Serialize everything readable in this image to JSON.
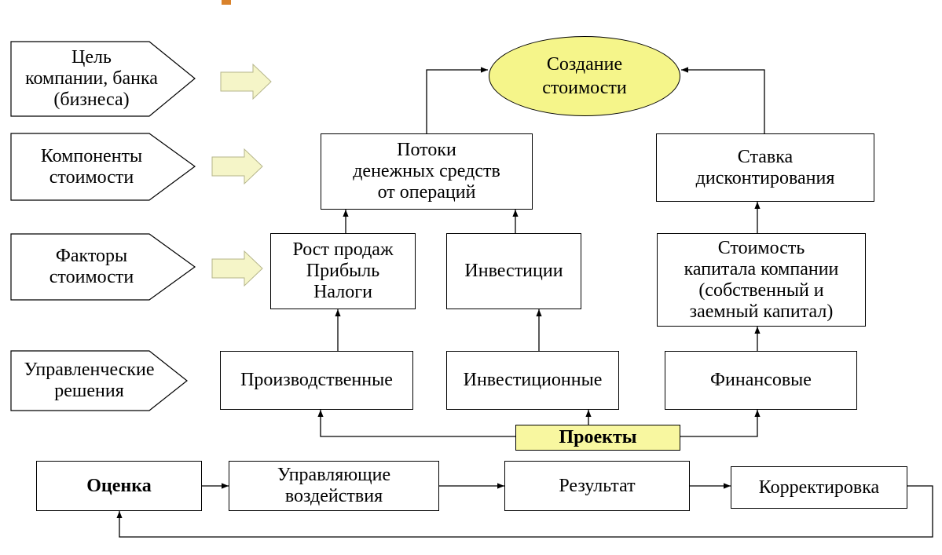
{
  "colors": {
    "ellipse_fill": "#f5f58a",
    "projects_fill": "#f8f7a0",
    "arrow_fill": "#f5f5c8",
    "accent": "#d9822b"
  },
  "levels": {
    "goal": "Цель\nкомпании, банка\n(бизнеса)",
    "components": "Компоненты\nстоимости",
    "factors": "Факторы\nстоимости",
    "decisions": "Управленческие\nрешения"
  },
  "nodes": {
    "value_creation": "Создание\nстоимости",
    "cash_flows": "Потоки\nденежных средств\nот операций",
    "discount_rate": "Ставка\nдисконтирования",
    "sales_growth": "Рост продаж\nПрибыль\nНалоги",
    "investments": "Инвестиции",
    "cost_of_capital": "Стоимость\nкапитала компании\n(собственный и\nзаемный капитал)",
    "production": "Производственные",
    "investment_decisions": "Инвестиционные",
    "financial": "Финансовые",
    "projects": "Проекты"
  },
  "cycle": {
    "evaluation": "Оценка",
    "control_actions": "Управляющие\nвоздействия",
    "result": "Результат",
    "adjustment": "Корректировка"
  },
  "icons": [
    "pentagon-label-shape",
    "block-arrow-icon",
    "arrowhead-icon"
  ]
}
